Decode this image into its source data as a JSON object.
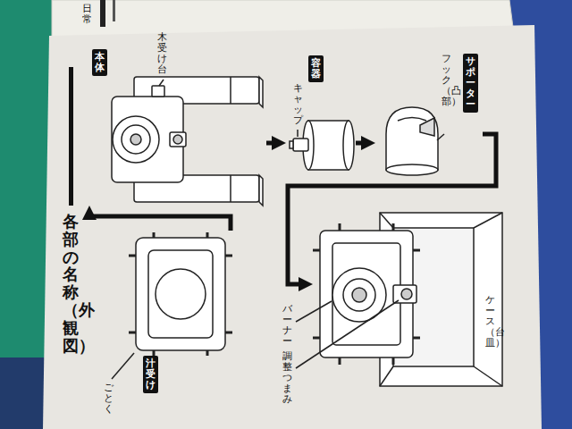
{
  "diagram": {
    "title": "各部の名称（外観図）",
    "nodes": [
      {
        "text": [
          "汁受け"
        ]
      },
      {
        "text": [
          "本体"
        ]
      },
      {
        "text": [
          "容器"
        ]
      },
      {
        "text": [
          "サポーター"
        ]
      },
      {
        "text": [
          "ケース（台皿）"
        ]
      }
    ],
    "edges": [
      {
        "from": 0,
        "to": 1,
        "arrow": "to"
      },
      {
        "from": 1,
        "to": 2,
        "arrow": "to"
      },
      {
        "from": 2,
        "to": 3,
        "arrow": "to"
      },
      {
        "from": 3,
        "to": 4,
        "arrow": "to"
      }
    ],
    "labels": [
      "日常",
      "木受け台",
      "キャップ",
      "フック（凸部）",
      "バーナー",
      "調整つまみ",
      "ごとく"
    ]
  }
}
